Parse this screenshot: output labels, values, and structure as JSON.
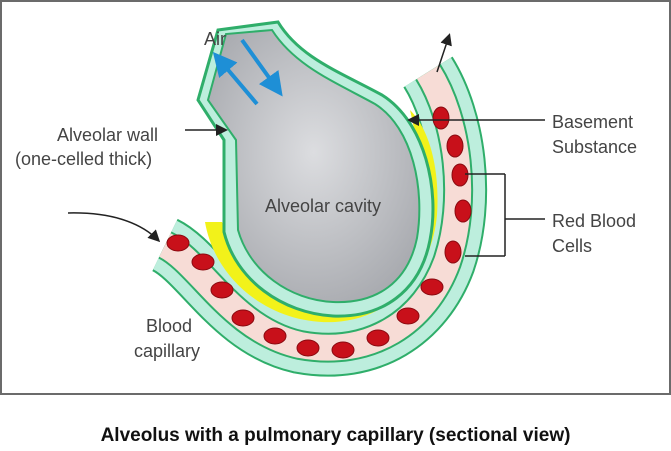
{
  "labels": {
    "air": "Air",
    "alveolar_wall": "Alveolar wall",
    "alveolar_wall_note": "(one-celled thick)",
    "alveolar_cavity": "Alveolar cavity",
    "basement_1": "Basement",
    "basement_2": "Substance",
    "rbc_1": "Red Blood",
    "rbc_2": "Cells",
    "capillary_1": "Blood",
    "capillary_2": "capillary"
  },
  "caption": "Alveolus with a pulmonary capillary (sectional view)",
  "colors": {
    "cell_wall": "#2fae6a",
    "cell_fill": "#bdeedd",
    "cavity": "#c4c5c9",
    "blood": "#f7dcd6",
    "rbc": "#c8101a",
    "basement": "#f2f21a",
    "air_arrow": "#1e8fd6"
  }
}
